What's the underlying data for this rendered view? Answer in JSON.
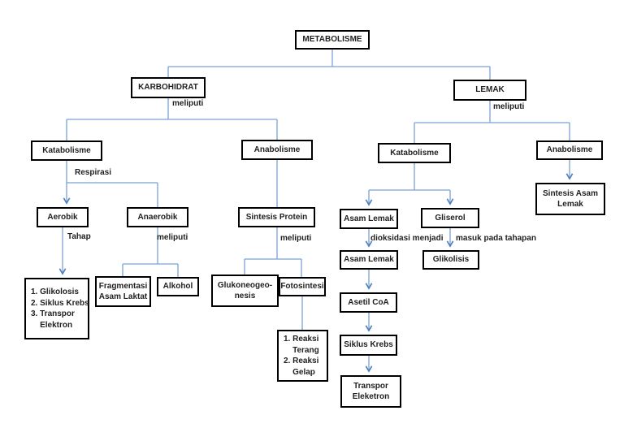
{
  "diagram": {
    "nodes": {
      "metabolisme": "METABOLISME",
      "karbohidrat": "KARBOHIDRAT",
      "lemak": "LEMAK",
      "katabolisme_karbo": "Katabolisme",
      "anabolisme_karbo": "Anabolisme",
      "katabolisme_lemak": "Katabolisme",
      "anabolisme_lemak": "Anabolisme",
      "sintesis_asam_lemak": "Sintesis Asam\nLemak",
      "aerobik": "Aerobik",
      "anaerobik": "Anaerobik",
      "sintesis_protein": "Sintesis Protein",
      "asam_lemak_1": "Asam Lemak",
      "gliserol": "Gliserol",
      "asam_lemak_2": "Asam Lemak",
      "glikolisis": "Glikolisis",
      "tahapan_aerob": "1. Glikolosis\n2. Siklus Krebs\n3. Transpor\n    Elektron",
      "fragmentasi": "Fragmentasi\nAsam Laktat",
      "alkohol": "Alkohol",
      "glukoneogenesis": "Glukoneogeo-\nnesis",
      "fotosintesis": "Fotosintesi",
      "reaksi_list": "1. Reaksi\n    Terang\n2. Reaksi\n    Gelap",
      "asetil_coa": "Asetil CoA",
      "siklus_krebs": "Siklus Krebs",
      "transpor_eleketron": "Transpor\nEleketron"
    },
    "edge_labels": {
      "meliputi_karbohidrat": "meliputi",
      "meliputi_lemak": "meliputi",
      "respirasi": "Respirasi",
      "tahap": "Tahap",
      "meliputi_anaerobik": "meliputi",
      "meliputi_sintesis_protein": "meliputi",
      "dioksidasi_menjadi": "dioksidasi menjadi",
      "masuk_pada_tahapan": "masuk pada tahapan"
    },
    "colors": {
      "connector": "#7ba2d6",
      "arrowhead": "#4f81bd",
      "box_border": "#000000",
      "box_fill": "#ffffff",
      "text": "#1f1f1f"
    }
  }
}
